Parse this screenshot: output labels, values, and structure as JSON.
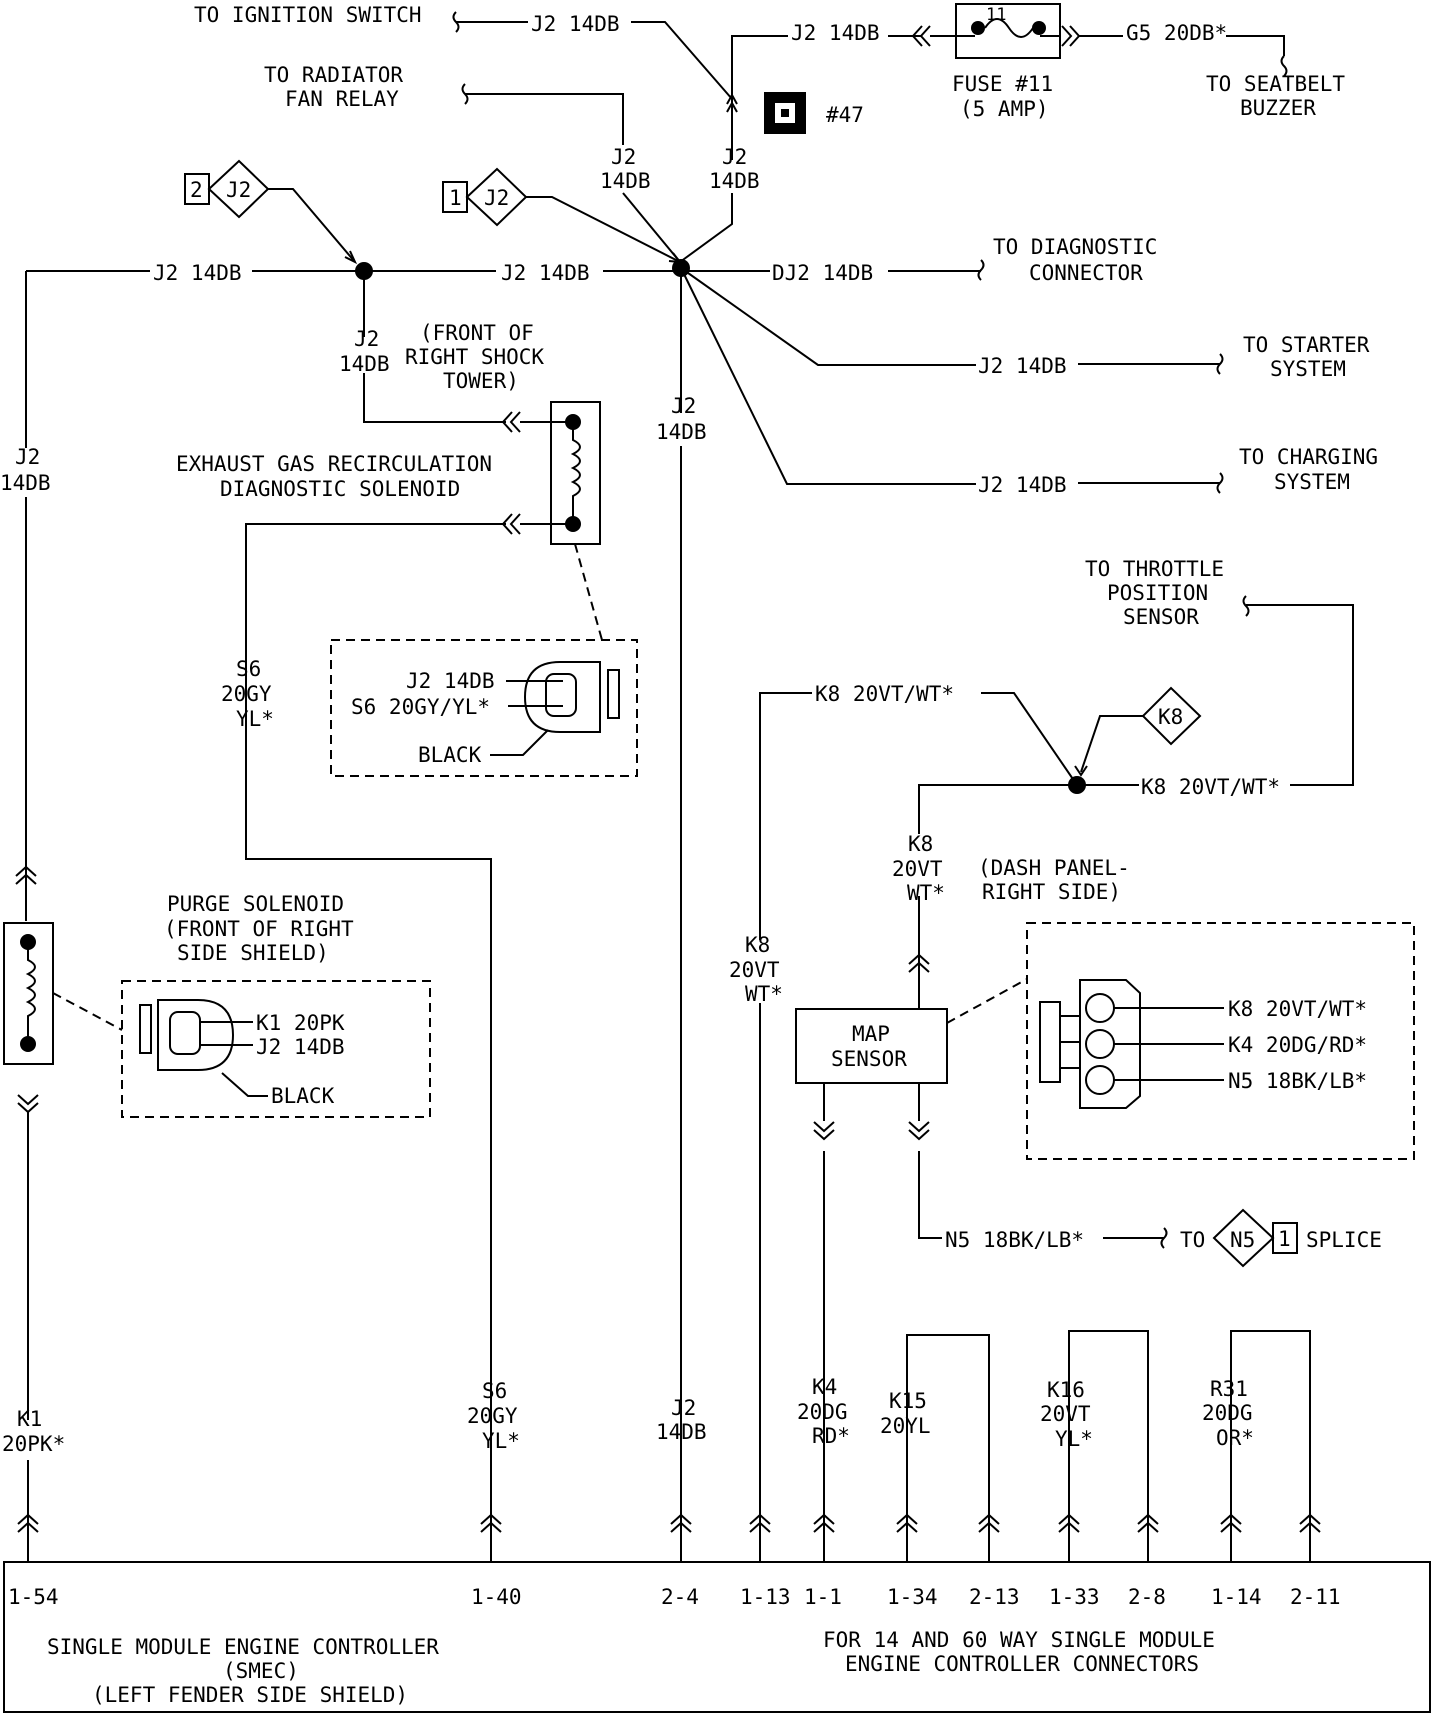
{
  "dest": {
    "ignition": "TO IGNITION SWITCH",
    "radiator_1": "TO RADIATOR",
    "radiator_2": "FAN RELAY",
    "seatbelt_1": "TO SEATBELT",
    "seatbelt_2": "BUZZER",
    "diag_1": "TO DIAGNOSTIC",
    "diag_2": "CONNECTOR",
    "starter_1": "TO STARTER",
    "starter_2": "SYSTEM",
    "charging_1": "TO CHARGING",
    "charging_2": "SYSTEM",
    "throttle_1": "TO THROTTLE",
    "throttle_2": "POSITION",
    "throttle_3": "SENSOR",
    "splice_to": "TO",
    "splice_word": "SPLICE"
  },
  "fuse": {
    "number": "11",
    "label": "FUSE #11",
    "rating": "(5 AMP)"
  },
  "connector_47": "#47",
  "wires": {
    "j2": "J2",
    "j2_14db": "J2 14DB",
    "g5": "G5 20DB*",
    "dj2": "DJ2 14DB",
    "awg_14db": "14DB",
    "k8_full": "K8 20VT/WT*",
    "k8": "K8",
    "k8_20vt": "20VT",
    "k8_wt": "WT*",
    "s6": "S6",
    "s6_20gy": "20GY",
    "s6_yl": "YL*",
    "s6_full": "S6 20GY/YL*",
    "k1": "K1",
    "k1_20pk": "20PK*",
    "k1_full": "K1 20PK",
    "k4": "K4",
    "k4_20dg": "20DG",
    "k4_rd": "RD*",
    "k4_full": "K4 20DG/RD*",
    "k15": "K15",
    "k15_20yl": "20YL",
    "k16": "K16",
    "k16_20vt": "20VT",
    "k16_yl": "YL*",
    "r31": "R31",
    "r31_20dg": "20DG",
    "r31_or": "OR*",
    "n5_full": "N5 18BK/LB*"
  },
  "splices": {
    "j2_2_num": "2",
    "j2_2_id": "J2",
    "j2_1_num": "1",
    "j2_1_id": "J2",
    "k8_id": "K8",
    "n5_id": "N5",
    "n5_num": "1"
  },
  "components": {
    "egr_1": "EXHAUST GAS RECIRCULATION",
    "egr_2": "DIAGNOSTIC SOLENOID",
    "egr_loc_1": "(FRONT OF",
    "egr_loc_2": "RIGHT SHOCK",
    "egr_loc_3": "TOWER)",
    "purge_1": "PURGE SOLENOID",
    "purge_2": "(FRONT OF RIGHT",
    "purge_3": "SIDE SHIELD)",
    "black": "BLACK",
    "map_1": "MAP",
    "map_2": "SENSOR",
    "dash_1": "(DASH PANEL-",
    "dash_2": "RIGHT SIDE)"
  },
  "smec": {
    "title_1": "SINGLE MODULE ENGINE CONTROLLER",
    "title_2": "(SMEC)",
    "title_3": "(LEFT FENDER SIDE SHIELD)",
    "note_1": "FOR 14 AND 60 WAY SINGLE MODULE",
    "note_2": "ENGINE CONTROLLER CONNECTORS",
    "pins": [
      "1-54",
      "1-40",
      "2-4",
      "1-13",
      "1-1",
      "1-34",
      "2-13",
      "1-33",
      "2-8",
      "1-14",
      "2-11"
    ]
  }
}
